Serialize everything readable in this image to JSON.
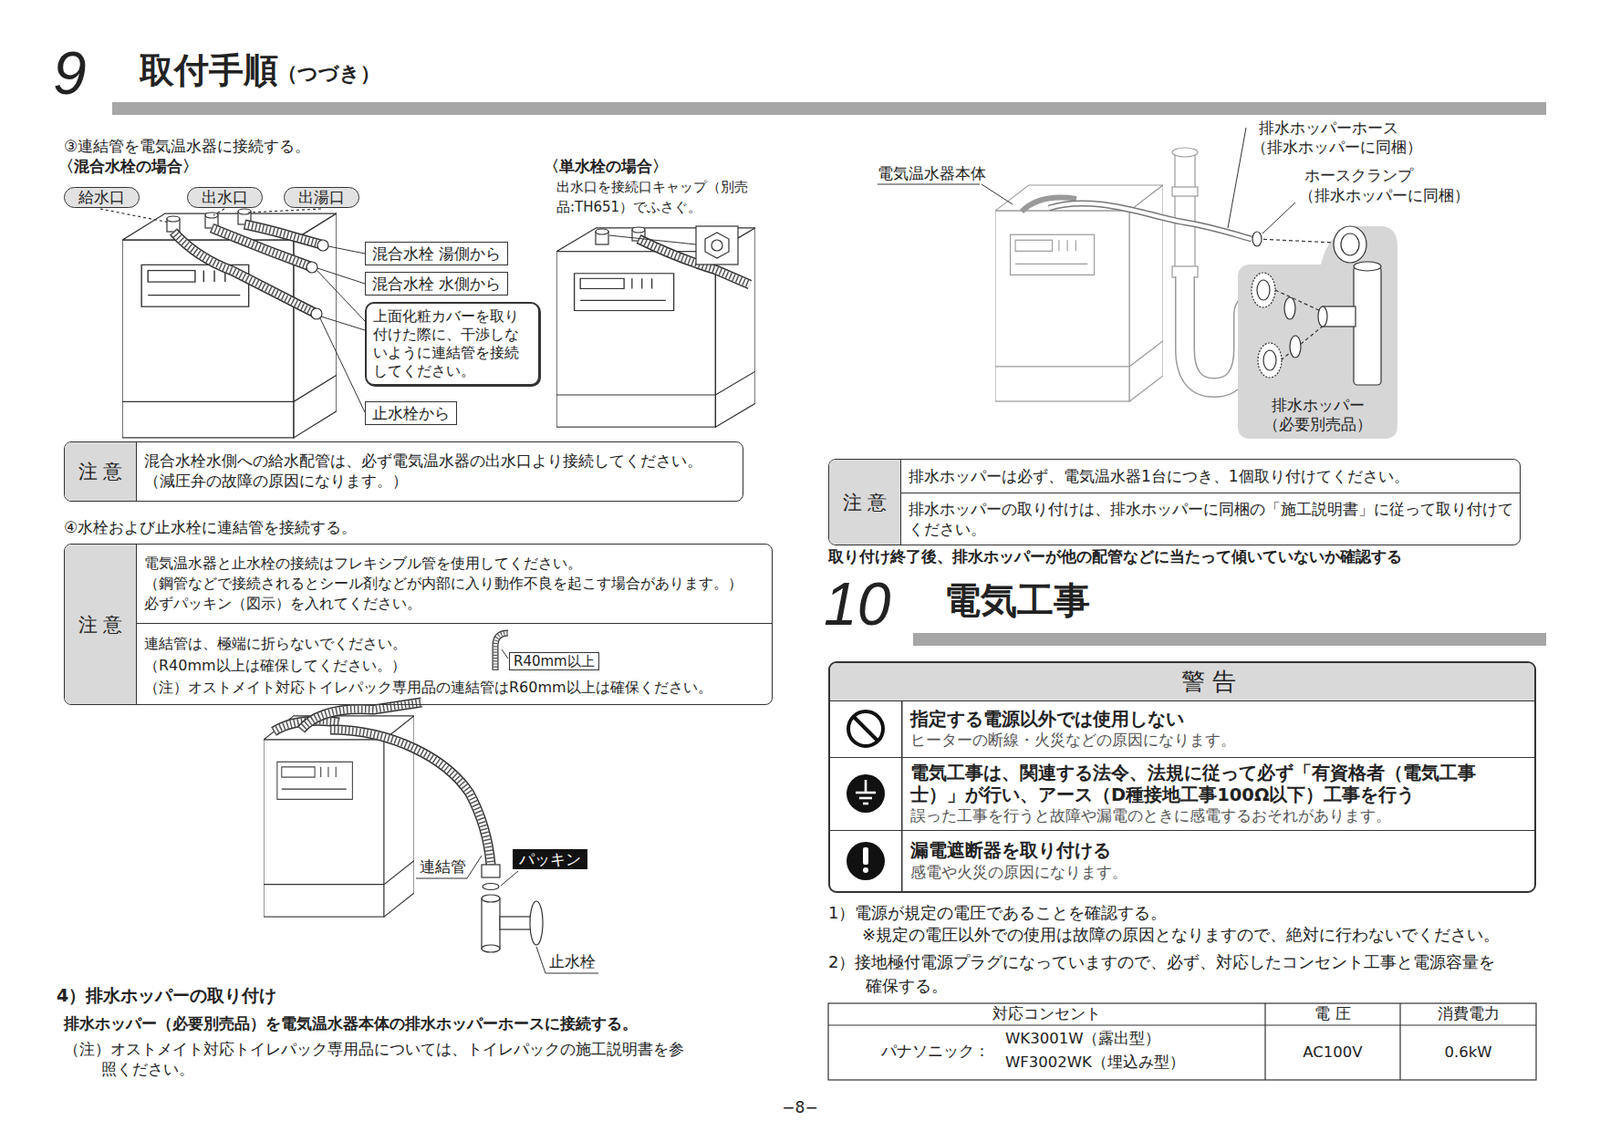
{
  "diagram": {
    "title": "取付手順",
    "nodes": [
      {
        "text": [
          "給水口"
        ]
      },
      {
        "text": [
          "出水口"
        ]
      },
      {
        "text": [
          "出湯口"
        ]
      },
      {
        "text": [
          "混合水栓 湯側から"
        ]
      },
      {
        "text": [
          "混合水栓 水側から"
        ]
      },
      {
        "text": [
          "上面化粧カバーを取り付けた際に、干渉しないように連結管を接続してください。"
        ]
      },
      {
        "text": [
          "止水栓から"
        ]
      },
      {
        "text": [
          "注 意",
          "混合水栓水側への給水配管は、必ず電気温水器の出水口より接続してください。",
          "（減圧弁の故障の原因になります。）"
        ]
      },
      {
        "text": [
          "注 意",
          "電気温水器と止水栓の接続はフレキシブル管を使用してください。",
          "（鋼管などで接続されるとシール剤などが内部に入り動作不良を起こす場合があります。）",
          "必ずパッキン（図示）を入れてください。",
          "連結管は、極端に折らないでください。",
          "（R40mm以上は確保してください。）",
          "（注）オストメイト対応トイレパック専用品の連結管はR60mm以上は確保ください。"
        ]
      },
      {
        "text": [
          "R40mm以上"
        ],
        "in": 8
      },
      {
        "text": [
          "パッキン"
        ]
      },
      {
        "text": [
          "排水ホッパー",
          "（必要別売品）"
        ]
      },
      {
        "text": [
          "注 意",
          "排水ホッパーは必ず、電気温水器1台につき、1個取り付けてください。",
          "排水ホッパーの取り付けは、排水ホッパーに同梱の「施工説明書」に従って取り付けてください。"
        ]
      },
      {
        "text": [
          "警 告"
        ]
      },
      {
        "text": [
          "指定する電源以外では使用しない",
          "ヒーターの断線・火災などの原因になります。"
        ],
        "in": 13
      },
      {
        "text": [
          "電気工事は、関連する法令、法規に従って必ず「有資格者（電気工事士）」が行い、アース（D種接地工事100Ω以下）工事を行う",
          "誤った工事を行うと故障や漏電のときに感電するおそれがあります。"
        ],
        "in": 13
      },
      {
        "text": [
          "漏電遮断器を取り付ける",
          "感電や火災の原因になります。"
        ],
        "in": 13
      }
    ],
    "labels": [
      "9",
      "③連結管を電気温水器に接続する。",
      "〈混合水栓の場合〉",
      "〈単水栓の場合〉",
      "出水口を接続口キャップ（別売品:TH651）でふさぐ。",
      "④水栓および止水栓に連結管を接続する。",
      "連結管",
      "止水栓",
      "4）排水ホッパーの取り付け",
      "排水ホッパー（必要別売品）を電気温水器本体の排水ホッパーホースに接続する。",
      "（注）オストメイト対応トイレパック専用品については、トイレパックの施工説明書を参照ください。",
      "電気温水器本体",
      "排水ホッパーホース",
      "（排水ホッパーに同梱）",
      "ホースクランプ",
      "（排水ホッパーに同梱）",
      "取り付け終了後、排水ホッパーが他の配管などに当たって傾いていないか確認する",
      "10",
      "電気工事",
      "1）電源が規定の電圧であることを確認する。",
      "※規定の電圧以外での使用は故障の原因となりますので、絶対に行わないでください。",
      "2）接地極付電源プラグになっていますので、必ず、対応したコンセント工事と電源容量を確保する。",
      "対応コンセント",
      "電 圧",
      "消費電力",
      "パナソニック：",
      "WK3001W（露出型）",
      "WF3002WK（埋込み型）",
      "AC100V",
      "0.6kW",
      "−8−",
      "（つづき）"
    ]
  }
}
